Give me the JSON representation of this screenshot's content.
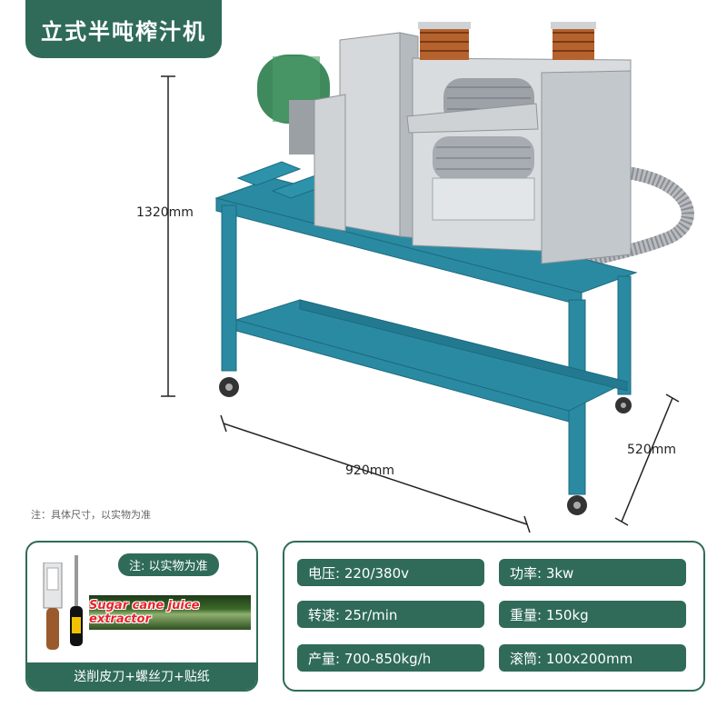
{
  "title": "立式半吨榨汁机",
  "dimensions": {
    "height": "1320mm",
    "width": "920mm",
    "depth": "520mm"
  },
  "note": "注：具体尺寸，以实物为准",
  "accessories": {
    "note": "注: 以实物为准",
    "sticker_text": "Sugar cane juice extractor",
    "footer": "送削皮刀+螺丝刀+贴纸"
  },
  "specs": [
    {
      "label": "电压: 220/380v"
    },
    {
      "label": "功率: 3kw"
    },
    {
      "label": "转速: 25r/min"
    },
    {
      "label": "重量: 150kg"
    },
    {
      "label": "产量: 700-850kg/h"
    },
    {
      "label": "滚筒: 100x200mm"
    }
  ],
  "colors": {
    "brand": "#2f6b58",
    "frame": "#2a8aa2",
    "steel": "#c8ccd0",
    "motor": "#3f8a5c"
  },
  "icons": [
    "peeler-knife-icon",
    "screwdriver-icon"
  ]
}
